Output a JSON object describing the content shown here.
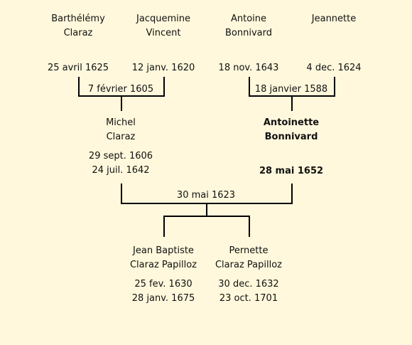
{
  "paternal_grandfather": {
    "first": "Barthélémy",
    "last": "Claraz",
    "date": "25 avril 1625"
  },
  "paternal_grandmother": {
    "first": "Jacquemine",
    "last": "Vincent",
    "date": "12 janv. 1620"
  },
  "maternal_grandfather": {
    "first": "Antoine",
    "last": "Bonnivard",
    "date": "18 nov. 1643"
  },
  "maternal_grandmother": {
    "first": "Jeannette",
    "last": "",
    "date": "4 dec. 1624"
  },
  "paternal_marriage": "7 février 1605",
  "maternal_marriage": "18 janvier 1588",
  "father": {
    "first": "Michel",
    "last": "Claraz",
    "birth": "29 sept. 1606",
    "death": "24 juil. 1642"
  },
  "mother": {
    "first": "Antoinette",
    "last": "Bonnivard",
    "date": "28 mai 1652"
  },
  "parents_marriage": "30 mai 1623",
  "child1": {
    "first": "Jean Baptiste",
    "last": "Claraz Papilloz",
    "birth": "25 fev. 1630",
    "death": "28 janv. 1675"
  },
  "child2": {
    "first": "Pernette",
    "last": "Claraz Papilloz",
    "birth": "30 dec. 1632",
    "death": "23 oct. 1701"
  }
}
